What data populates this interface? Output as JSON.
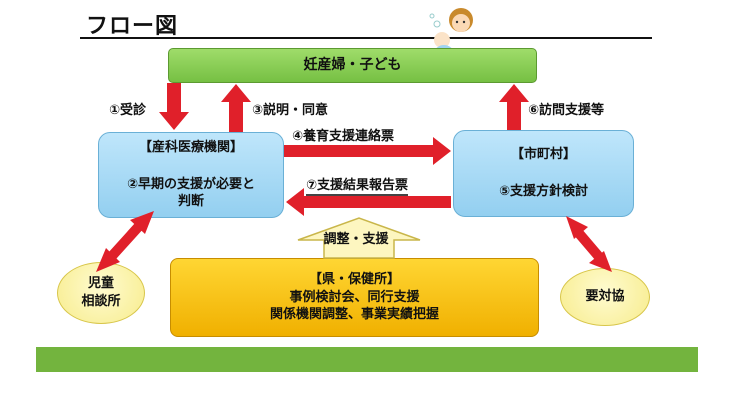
{
  "title": "フロー図",
  "nodes": {
    "mothers_children": "妊産婦・子ども",
    "hospital_title": "【産科医療機関】",
    "hospital_line1": "②早期の支援が必要と",
    "hospital_line2": "判断",
    "municipal_title": "【市町村】",
    "municipal_line1": "⑤支援方針検討",
    "prefecture_title": "【県・保健所】",
    "prefecture_line1": "事例検討会、同行支援",
    "prefecture_line2": "関係機関調整、事業実績把握",
    "child_guidance_line1": "児童",
    "child_guidance_line2": "相談所",
    "regional_council": "要対協"
  },
  "arrows": {
    "consultation": "①受診",
    "explanation": "③説明・同意",
    "liaison_form": "④養育支援連絡票",
    "visit_support": "⑥訪問支援等",
    "result_report": "⑦支援結果報告票",
    "coordination": "調整・支援"
  },
  "colors": {
    "arrow_red": "#e0202a",
    "green": "#76c043",
    "blue": "#93cff0",
    "orange": "#f0b000",
    "yellow": "#f7ec8c"
  }
}
